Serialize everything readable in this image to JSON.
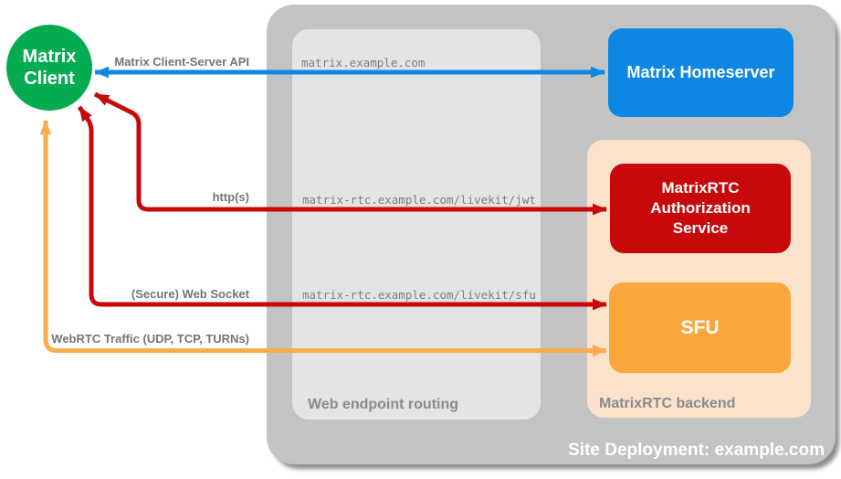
{
  "diagram": {
    "title": "Site Deployment: example.com"
  },
  "client_node": {
    "lines": [
      "Matrix",
      "Client"
    ],
    "color": "#04AB51"
  },
  "routing_panel": {
    "title": "Web endpoint routing",
    "endpoints": [
      "matrix.example.com",
      "matrix-rtc.example.com/livekit/jwt",
      "matrix-rtc.example.com/livekit/sfu"
    ]
  },
  "backend_panel": {
    "title": "MatrixRTC backend"
  },
  "nodes": {
    "homeserver": {
      "label": "Matrix Homeserver",
      "color": "#0E87E4"
    },
    "auth_service": {
      "lines": [
        "MatrixRTC",
        "Authorization",
        "Service"
      ],
      "color": "#C8090C"
    },
    "sfu": {
      "label": "SFU",
      "color": "#FAA73C"
    }
  },
  "arrows": {
    "cs_api": {
      "label": "Matrix Client-Server API",
      "color": "#0E87E4",
      "direction": "bidirectional"
    },
    "http": {
      "label": "http(s)",
      "color": "#C8090C",
      "direction": "bidirectional"
    },
    "websocket": {
      "label": "(Secure) Web Socket",
      "color": "#C8090C",
      "direction": "bidirectional"
    },
    "webrtc": {
      "label": "WebRTC Traffic (UDP, TCP, TURNs)",
      "color": "#F9AC4D",
      "direction": "bidirectional"
    }
  },
  "colors": {
    "deployment_bg": "#C3C3C3",
    "routing_panel_bg": "#E4E4E4",
    "backend_panel_bg": "#FBE3CB",
    "arrow_label_gray": "#757575",
    "endpoint_text_gray": "#7E7E7E",
    "panel_title_gray": "#8A8A8A",
    "node_text": "#FFFFFF"
  }
}
